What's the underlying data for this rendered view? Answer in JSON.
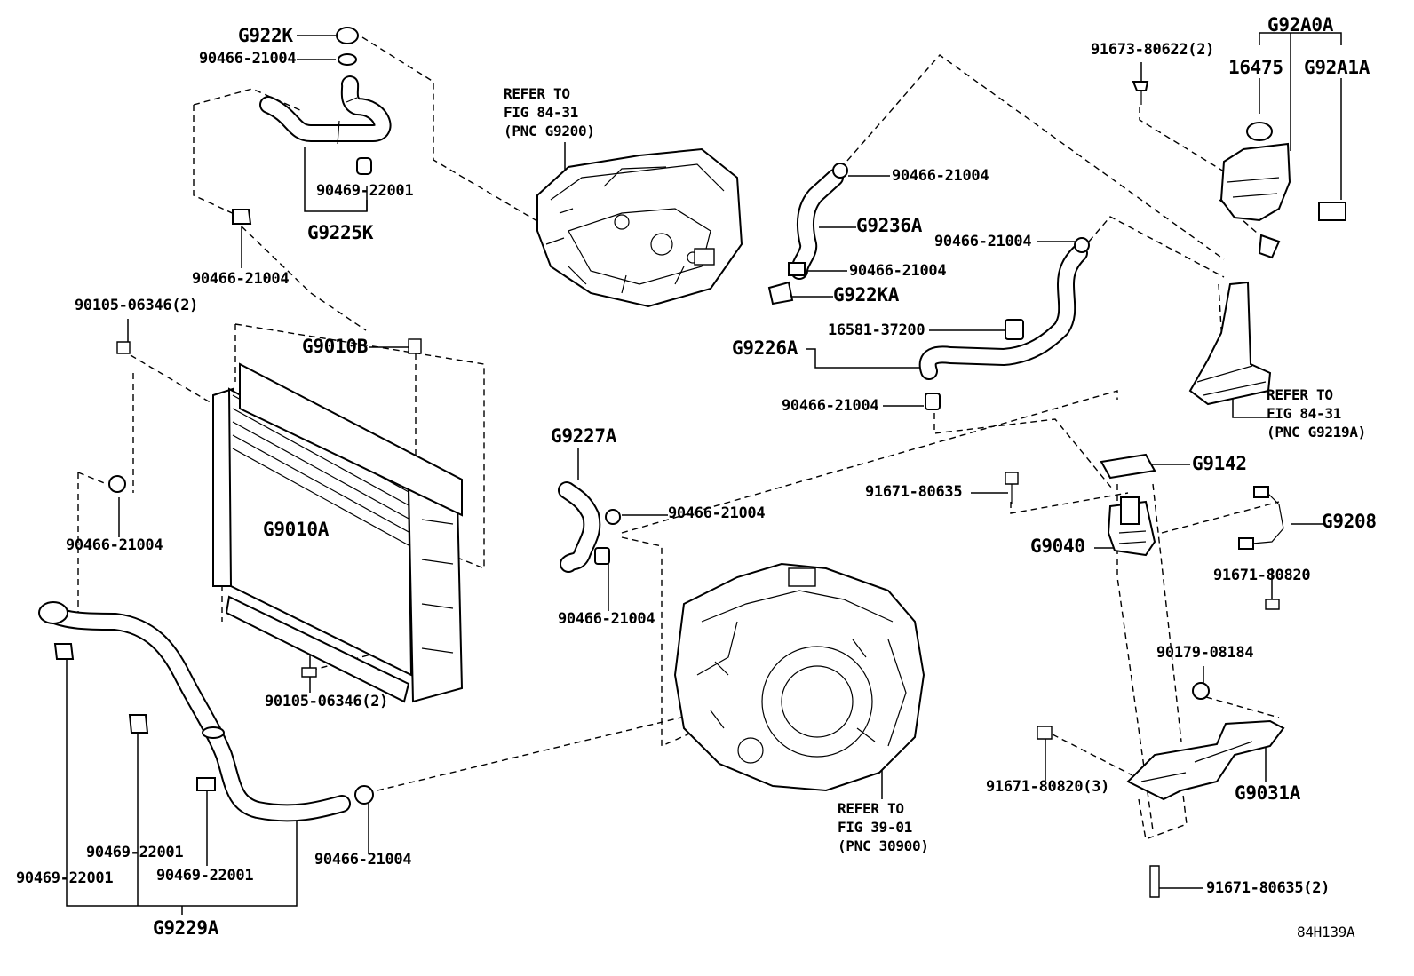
{
  "labels": {
    "g922k": "G922K",
    "p90466_a": "90466-21004",
    "p90469_a": "90469-22001",
    "g9225k": "G9225K",
    "p90466_b": "90466-21004",
    "ref1_line1": "REFER TO",
    "ref1_line2": "FIG 84-31",
    "ref1_line3": "(PNC G9200)",
    "p90466_c": "90466-21004",
    "g9236a": "G9236A",
    "p90466_d": "90466-21004",
    "g922ka": "G922KA",
    "p90466_e": "90466-21004",
    "p16581": "16581-37200",
    "g9226a": "G9226A",
    "p90466_f": "90466-21004",
    "p91673": "91673-80622(2)",
    "g92a0a": "G92A0A",
    "p16475": "16475",
    "g92a1a": "G92A1A",
    "ref2_line1": "REFER TO",
    "ref2_line2": "FIG 84-31",
    "ref2_line3": "(PNC G9219A)",
    "p90105_a": "90105-06346(2)",
    "g9010b": "G9010B",
    "g9010a": "G9010A",
    "p90466_g": "90466-21004",
    "p90105_b": "90105-06346(2)",
    "g9227a": "G9227A",
    "p90466_h": "90466-21004",
    "p90466_i": "90466-21004",
    "g9142": "G9142",
    "p91671_a": "91671-80635",
    "g9040": "G9040",
    "g9208": "G9208",
    "p91671_b": "91671-80820",
    "p90179": "90179-08184",
    "p91671_c": "91671-80820(3)",
    "g9031a": "G9031A",
    "p91671_d": "91671-80635(2)",
    "ref3_line1": "REFER TO",
    "ref3_line2": "FIG 39-01",
    "ref3_line3": "(PNC 30900)",
    "p90466_j": "90466-21004",
    "p90469_b": "90469-22001",
    "p90469_c": "90469-22001",
    "p90469_d": "90469-22001",
    "g9229a": "G9229A",
    "diagram_code": "84H139A"
  }
}
